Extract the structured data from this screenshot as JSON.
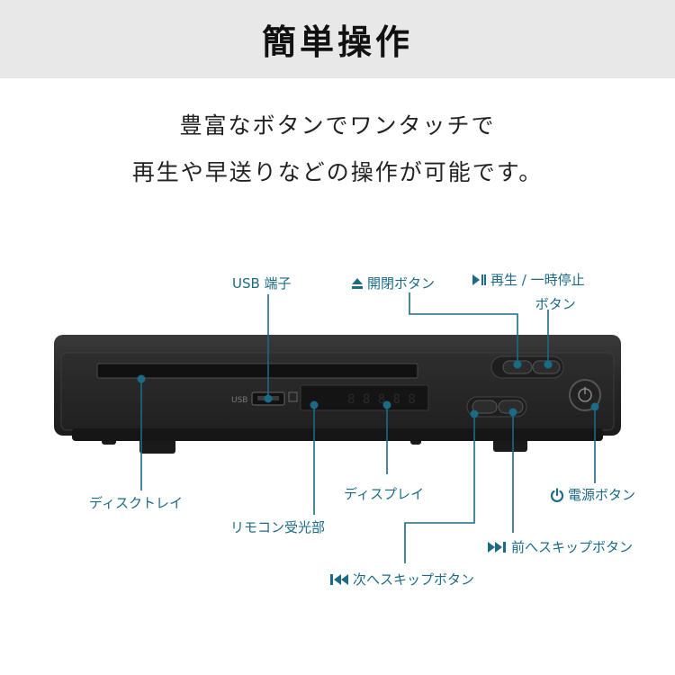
{
  "header": {
    "title": "簡単操作"
  },
  "description": {
    "line1": "豊富なボタンでワンタッチで",
    "line2": "再生や早送りなどの操作が可能です。"
  },
  "device": {
    "usb_marking": "USB",
    "display_text": "8 8 8 8 8"
  },
  "labels": {
    "usb_port": "USB 端子",
    "eject_button": "開閉ボタン",
    "play_pause_button_line1": "再生 / 一時停止",
    "play_pause_button_line2": "ボタン",
    "disc_tray": "ディスクトレイ",
    "display": "ディスプレイ",
    "power_button": "電源ボタン",
    "remote_receiver": "リモコン受光部",
    "next_skip_button": "前へスキップボタン",
    "prev_skip_button": "次へスキップボタン"
  },
  "colors": {
    "accent": "#1b6a86",
    "header_bg": "#e8e8e8",
    "device_body": "#2a2a2a"
  },
  "icons": {
    "eject": "eject-icon",
    "play_pause": "play-pause-icon",
    "power": "power-icon",
    "next": "skip-forward-icon",
    "prev": "skip-back-icon"
  }
}
